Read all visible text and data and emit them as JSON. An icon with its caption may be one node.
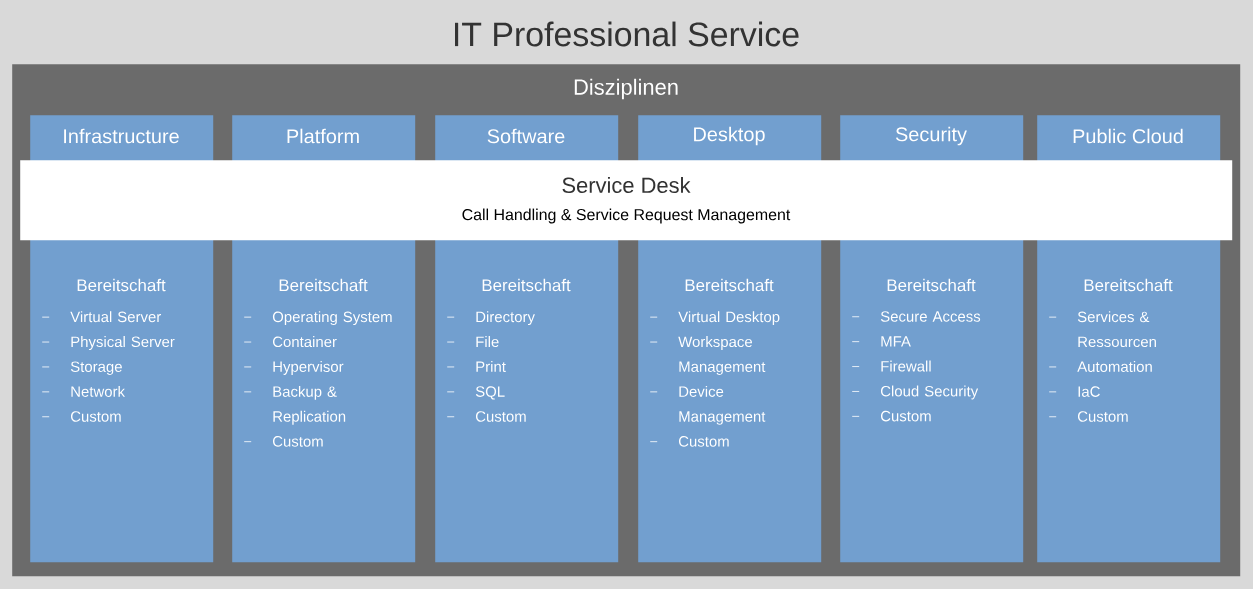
{
  "diagram": {
    "title": "IT Professional Service",
    "nodes": [
      {
        "text": [
          "Disziplinen"
        ]
      },
      {
        "text": [
          "Infrastructure",
          "Bereitschaft",
          "Virtual Server",
          "Physical Server",
          "Storage",
          "Network",
          "Custom"
        ],
        "in": 0
      },
      {
        "text": [
          "Platform",
          "Bereitschaft",
          "Operating System",
          "Container",
          "Hypervisor",
          "Backup & Replication",
          "Custom"
        ],
        "in": 0
      },
      {
        "text": [
          "Software",
          "Bereitschaft",
          "Directory",
          "File",
          "Print",
          "SQL",
          "Custom"
        ],
        "in": 0
      },
      {
        "text": [
          "Desktop",
          "Bereitschaft",
          "Virtual Desktop",
          "Workspace Management",
          "Device Management",
          "Custom"
        ],
        "in": 0
      },
      {
        "text": [
          "Security",
          "Bereitschaft",
          "Secure Access",
          "MFA",
          "Firewall",
          "Cloud Security",
          "Custom"
        ],
        "in": 0
      },
      {
        "text": [
          "Public Cloud",
          "Bereitschaft",
          "Services & Ressourcen",
          "Automation",
          "IaC",
          "Custom"
        ],
        "in": 0
      },
      {
        "text": [
          "Service Desk",
          "Call Handling & Service Request Management"
        ],
        "in": 0
      }
    ]
  }
}
